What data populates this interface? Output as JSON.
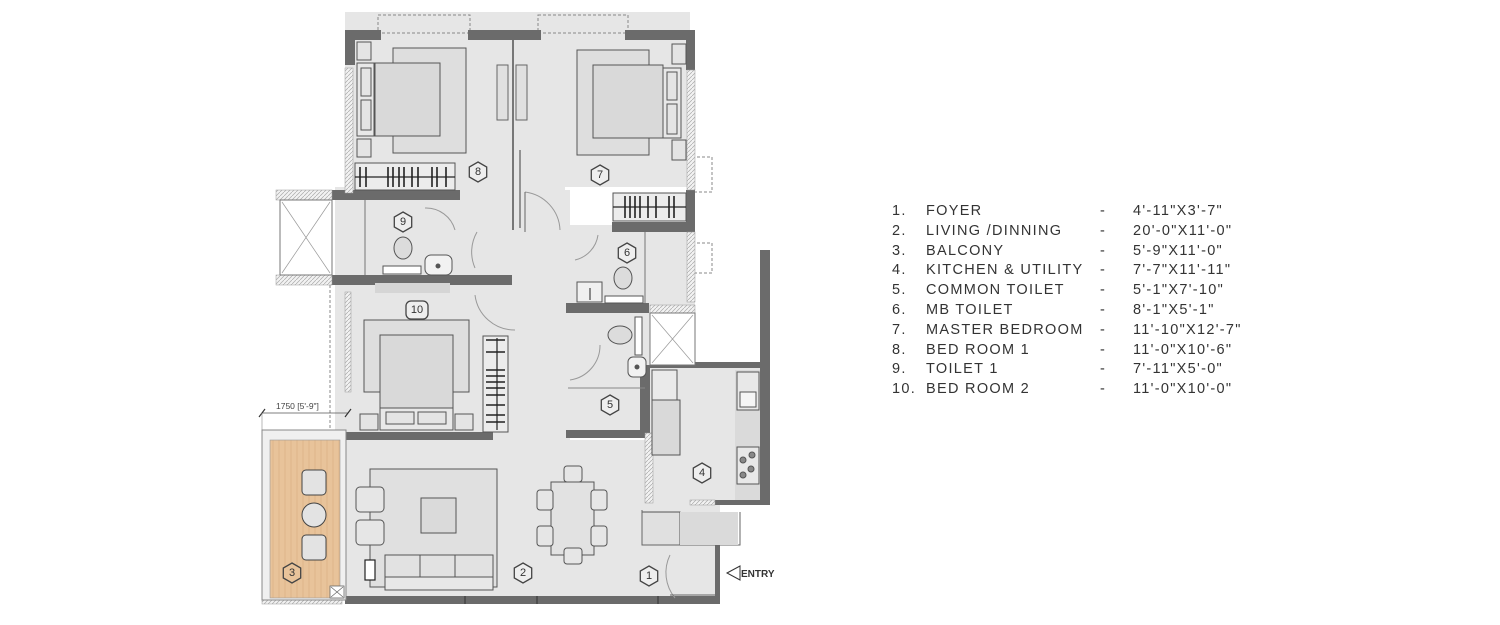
{
  "plan": {
    "entry_label": "ENTRY",
    "balcony_dimension": "1750 [5'-9\"]",
    "room_tags": [
      "1",
      "2",
      "3",
      "4",
      "5",
      "6",
      "7",
      "8",
      "9",
      "10"
    ]
  },
  "legend": {
    "rows": [
      {
        "num": "1.",
        "name": "FOYER",
        "dash": "-",
        "dim": "4'-11\"X3'-7\""
      },
      {
        "num": "2.",
        "name": "LIVING /DINNING",
        "dash": "-",
        "dim": "20'-0\"X11'-0\""
      },
      {
        "num": "3.",
        "name": "BALCONY",
        "dash": "-",
        "dim": "5'-9\"X11'-0\""
      },
      {
        "num": "4.",
        "name": "KITCHEN & UTILITY",
        "dash": "-",
        "dim": "7'-7\"X11'-11\""
      },
      {
        "num": "5.",
        "name": "COMMON TOILET",
        "dash": "-",
        "dim": "5'-1\"X7'-10\""
      },
      {
        "num": "6.",
        "name": "MB TOILET",
        "dash": "-",
        "dim": "8'-1\"X5'-1\""
      },
      {
        "num": "7.",
        "name": "MASTER BEDROOM",
        "dash": "-",
        "dim": "11'-10\"X12'-7\""
      },
      {
        "num": "8.",
        "name": "BED ROOM 1",
        "dash": "-",
        "dim": "11'-0\"X10'-6\""
      },
      {
        "num": "9.",
        "name": "TOILET 1",
        "dash": "-",
        "dim": "7'-11\"X5'-0\""
      },
      {
        "num": "10.",
        "name": "BED ROOM 2",
        "dash": "-",
        "dim": "11'-0\"X10'-0\""
      }
    ]
  },
  "colors": {
    "floor": "#e6e6e6",
    "wall": "#6b6b6b",
    "balcony_deck": "#e8c39a",
    "furniture_fill": "#d9d9d9",
    "line": "#555555"
  }
}
